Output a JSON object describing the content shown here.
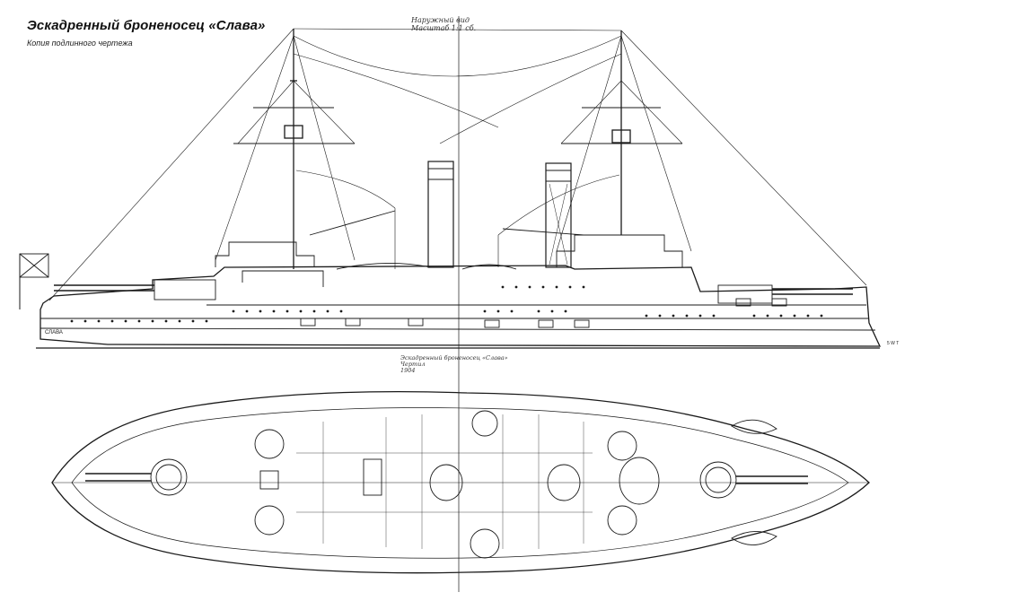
{
  "title": "Эскадренный броненосец «Слава»",
  "subtitle": "Копия подлинного чертежа",
  "note_top": {
    "line1": "Наружный вид",
    "line2": "Масштаб 1:1 сб."
  },
  "note_mid": {
    "line1": "Эскадренный броненосец «Слава»",
    "line2": "Чертил",
    "line3": "1904"
  },
  "bow_label": "СЛАВА",
  "stern_label": "5 W T"
}
